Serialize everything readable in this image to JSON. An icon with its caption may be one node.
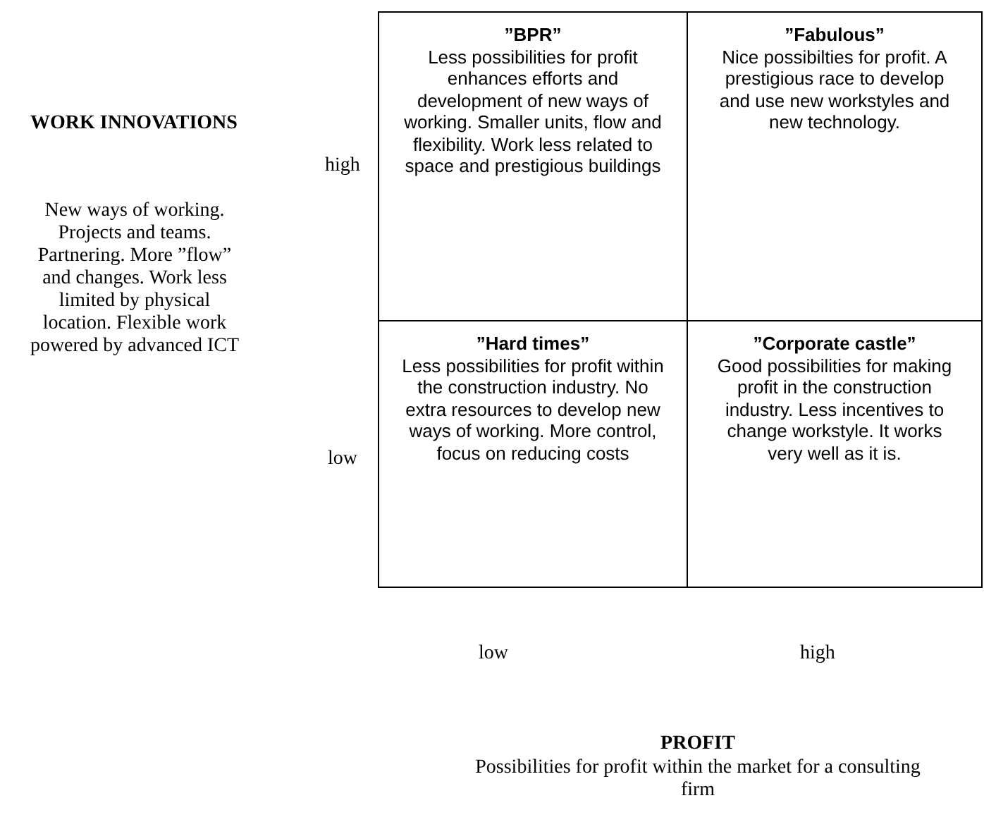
{
  "diagram": {
    "nodes": [
      {
        "text": [
          "”BPR”",
          "Less possibilities for profit enhances efforts and development of new ways of working. Smaller units, flow and flexibility. Work less related to space and prestigious buildings"
        ]
      },
      {
        "text": [
          "”Fabulous”",
          "Nice possibilties for profit. A prestigious race to develop and use new workstyles and new technology."
        ]
      },
      {
        "text": [
          "”Hard times”",
          "Less possibilities for profit within the construction industry. No extra resources to develop new ways of working. More control, focus on reducing costs"
        ]
      },
      {
        "text": [
          "”Corporate castle”",
          "Good possibilities for making profit in the construction industry. Less incentives to change workstyle. It works very well as it is."
        ]
      }
    ],
    "edges": [],
    "labels": [
      "WORK INNOVATIONS",
      "New ways of working. Projects and teams. Partnering. More ”flow” and changes. Work less limited by physical location. Flexible work powered by advanced ICT",
      "high",
      "low",
      "low",
      "high",
      "PROFIT",
      "Possibilities for profit within the market for a consulting firm"
    ]
  }
}
